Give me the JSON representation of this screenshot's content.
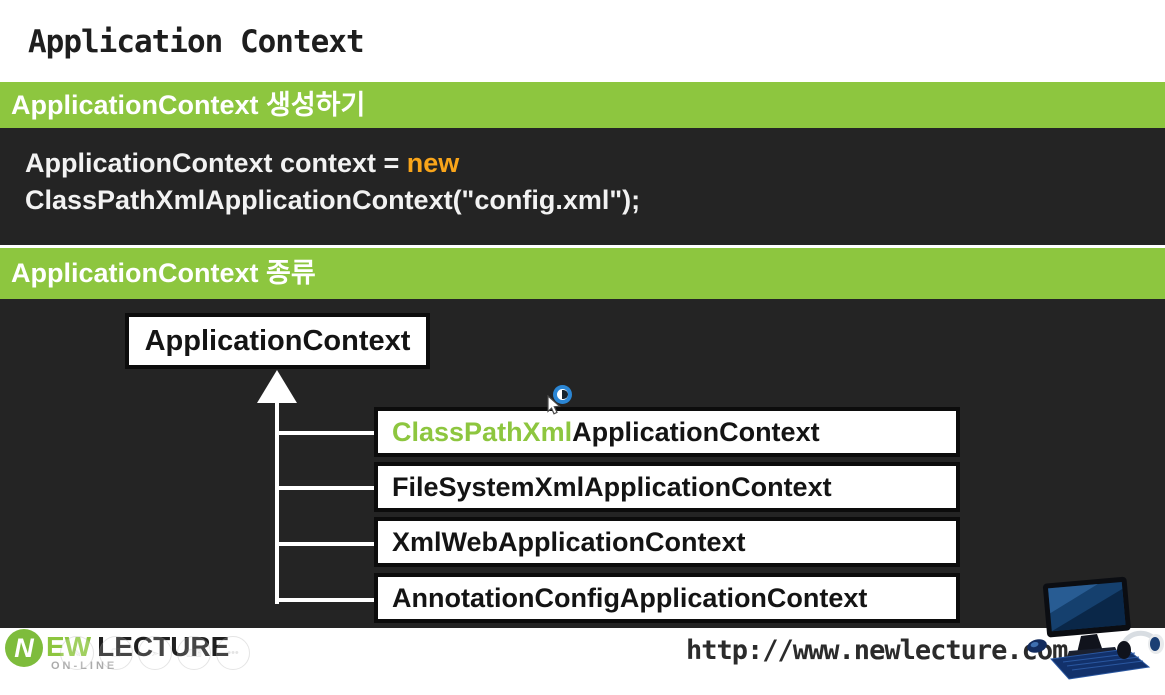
{
  "page": {
    "title": "Application Context"
  },
  "section_create": {
    "heading": "ApplicationContext 생성하기"
  },
  "code": {
    "line1": "ApplicationContext context = ",
    "keyword": "new",
    "line2": "ClassPathXmlApplicationContext(\"config.xml\");"
  },
  "section_kinds": {
    "heading": "ApplicationContext 종류"
  },
  "diagram": {
    "parent_class": "ApplicationContext",
    "children": [
      {
        "highlight": "ClassPathXml",
        "rest": "ApplicationContext"
      },
      {
        "highlight": "",
        "rest": "FileSystemXmlApplicationContext"
      },
      {
        "highlight": "",
        "rest": "XmlWebApplicationContext"
      },
      {
        "highlight": "",
        "rest": "AnnotationConfigApplicationContext"
      }
    ]
  },
  "footer": {
    "logo": {
      "initial": "N",
      "ew": "EW",
      "lecture": "LECTURE",
      "online": "ON-LINE"
    },
    "ghost_buttons": [
      "✎",
      "❐",
      "➣",
      "⌨",
      "•••"
    ],
    "url": "http://www.newlecture.com"
  },
  "colors": {
    "accent_green": "#8dc63f",
    "dark_panel": "#242424",
    "keyword_orange": "#f9a51a",
    "click_badge_blue": "#2b86d4"
  }
}
